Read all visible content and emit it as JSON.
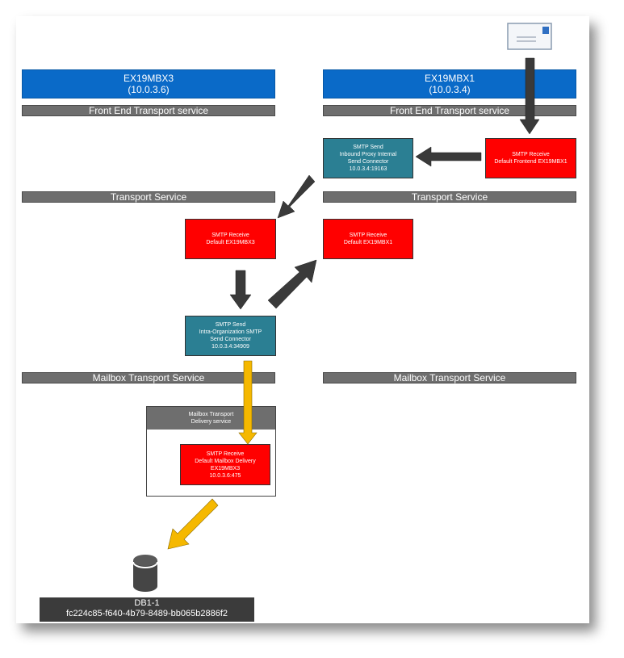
{
  "servers": {
    "left": {
      "name": "EX19MBX3",
      "ip": "(10.0.3.6)"
    },
    "right": {
      "name": "EX19MBX1",
      "ip": "(10.0.3.4)"
    }
  },
  "bars": {
    "fe_left": "Front End Transport service",
    "fe_right": "Front End Transport service",
    "transport_left": "Transport Service",
    "transport_right": "Transport Service",
    "mailbox_left": "Mailbox Transport Service",
    "mailbox_right": "Mailbox Transport Service"
  },
  "connectors": {
    "smtp_receive_frontend": [
      "SMTP Receive",
      "Default Frontend EX19MBX1"
    ],
    "smtp_send_proxy": [
      "SMTP Send",
      "Inbound Proxy Internal",
      "Send Connector",
      "10.0.3.4:19163"
    ],
    "smtp_receive_mbx3": [
      "SMTP Receive",
      "Default EX19MBX3"
    ],
    "smtp_receive_mbx1": [
      "SMTP Receive",
      "Default EX19MBX1"
    ],
    "smtp_send_intraorg": [
      "SMTP Send",
      "Intra-Organization SMTP",
      "Send Connector",
      "10.0.3.4:34909"
    ],
    "delivery_service": [
      "Mailbox Transport",
      "Delivery service"
    ],
    "smtp_receive_mailbox_delivery": [
      "SMTP Receive",
      "Default Mailbox Delivery",
      "EX19MBX3",
      "10.0.3.6:475"
    ]
  },
  "database": {
    "name": "DB1-1",
    "guid": "fc224c85-f640-4b79-8489-bb065b2886f2"
  },
  "colors": {
    "server_header": "#0a6ac8",
    "bar": "#6e6e6e",
    "receive": "#ff0000",
    "send": "#2b7f93",
    "arrow_dark": "#3a3a3a",
    "arrow_delivery": "#f5b800"
  },
  "icons": {
    "message": "envelope-icon",
    "database": "database-cylinder-icon"
  }
}
